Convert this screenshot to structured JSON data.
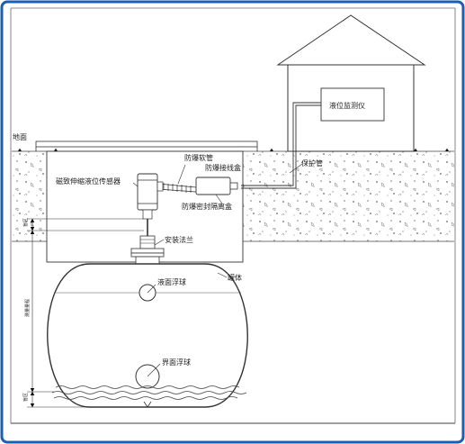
{
  "labels": {
    "ground": "地面",
    "monitor": "液位监测仪",
    "protect_pipe": "保护管",
    "flex_pipe": "防爆软管",
    "junction_box": "防爆接线盒",
    "sensor": "磁致伸缩液位传感器",
    "seal_box": "防爆密封隔离盒",
    "flange": "安装法兰",
    "tank": "罐体",
    "surface_float": "液面浮球",
    "interface_float": "界面浮球",
    "range": "测量量程",
    "blind": "盲区"
  },
  "colors": {
    "line": "#333333",
    "frame": "#1a5fb4",
    "soil_dot": "#666666"
  }
}
